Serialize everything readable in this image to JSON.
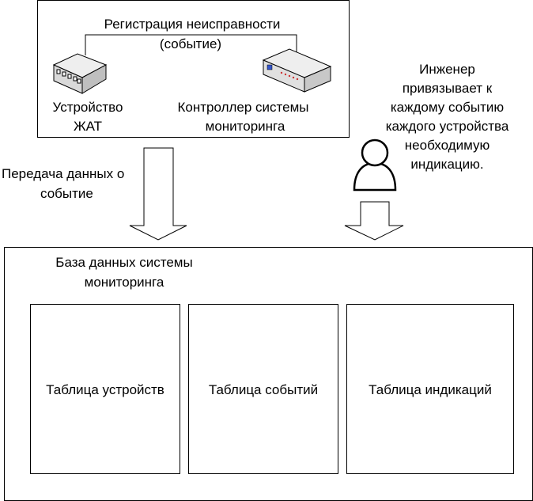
{
  "top_panel": {
    "event_label_line1": "Регистрация неисправности",
    "event_label_line2": "(событие)",
    "device_label_line1": "Устройство",
    "device_label_line2": "ЖАТ",
    "controller_label_line1": "Контроллер  системы",
    "controller_label_line2": "мониторинга",
    "device_icon": "network-device-icon",
    "controller_icon": "controller-device-icon"
  },
  "transfer": {
    "label_line1": "Передача данных о",
    "label_line2": "событие"
  },
  "engineer": {
    "icon": "user-icon",
    "text_lines": [
      "Инженер",
      "привязывает к",
      "каждому событию",
      "каждого устройства",
      "необходимую",
      "индикацию."
    ]
  },
  "database": {
    "title_line1": "База данных системы",
    "title_line2": "мониторинга",
    "tables": [
      "Таблица устройств",
      "Таблица событий",
      "Таблица индикаций"
    ]
  },
  "colors": {
    "device_body": "#d9d9d9",
    "controller_led": "#3355cc"
  }
}
